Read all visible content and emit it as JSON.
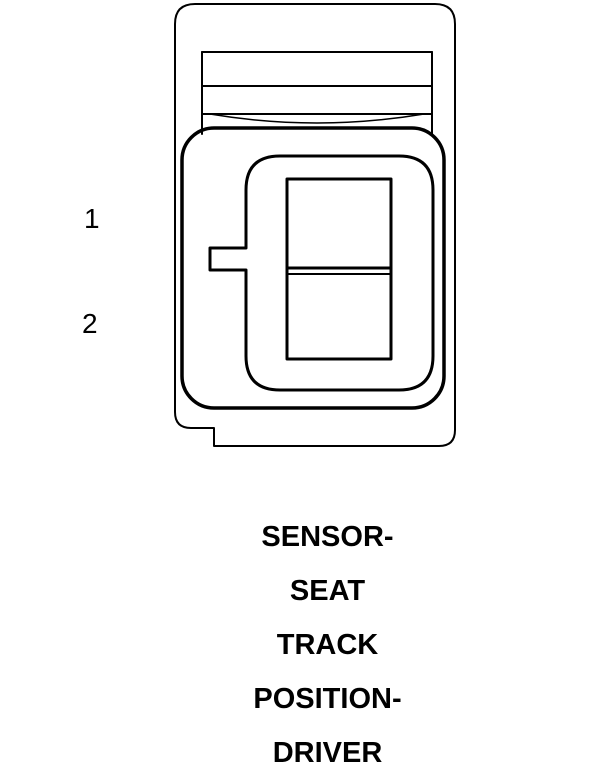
{
  "pins": [
    {
      "label": "1"
    },
    {
      "label": "2"
    }
  ],
  "caption_lines": [
    "SENSOR-",
    "SEAT",
    "TRACK",
    "POSITION-",
    "DRIVER"
  ],
  "colors": {
    "stroke": "#000000",
    "background": "#ffffff"
  }
}
